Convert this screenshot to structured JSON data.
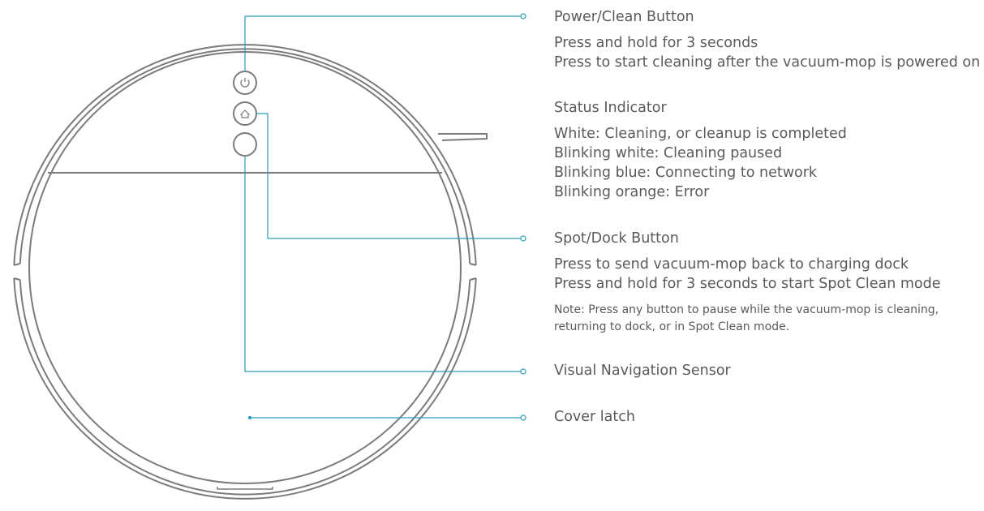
{
  "callouts": [
    {
      "title": "Power/Clean Button",
      "lines": [
        "Press and hold for 3 seconds",
        "Press to start cleaning after the vacuum-mop is powered on"
      ]
    },
    {
      "title": "Status Indicator",
      "lines": [
        "White: Cleaning, or cleanup is completed",
        "Blinking white: Cleaning paused",
        "Blinking blue: Connecting to network",
        "Blinking orange: Error"
      ]
    },
    {
      "title": "Spot/Dock Button",
      "lines": [
        "Press to send vacuum-mop back to charging dock",
        "Press and hold for 3 seconds to start Spot Clean mode"
      ],
      "note": [
        "Note: Press any button to pause while the vacuum-mop is cleaning,",
        "returning to dock, or in Spot Clean mode."
      ]
    },
    {
      "title": "Visual Navigation Sensor",
      "lines": []
    },
    {
      "title": "Cover latch",
      "lines": []
    }
  ],
  "icons": {
    "power_button": "power-icon",
    "home_button": "home-icon",
    "sensor": "camera-sensor-icon"
  },
  "colors": {
    "outline": "#7b7b7b",
    "leader": "#2a9bb8",
    "text": "#5a5a5a"
  }
}
